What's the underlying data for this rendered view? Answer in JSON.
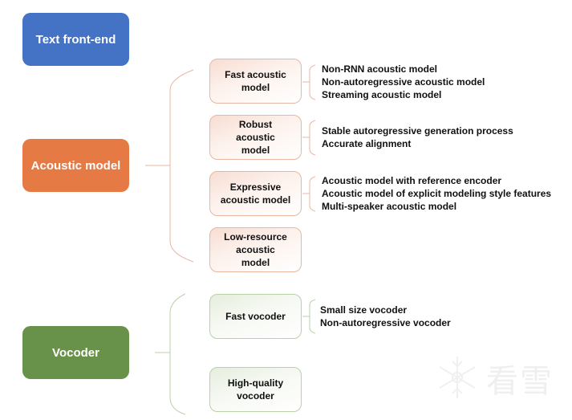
{
  "colors": {
    "text_frontend": "#4472c4",
    "acoustic": "#e67a45",
    "vocoder": "#68924a",
    "acoustic_line": "#e8b7a2",
    "vocoder_line": "#b9d1a8"
  },
  "main": {
    "text_frontend": "Text front-end",
    "acoustic_model": "Acoustic model",
    "vocoder": "Vocoder"
  },
  "acoustic_children": [
    {
      "label": "Fast acoustic model",
      "details": [
        "Non-RNN acoustic model",
        "Non-autoregressive acoustic model",
        "Streaming acoustic model"
      ]
    },
    {
      "label": "Robust acoustic model",
      "details": [
        "Stable autoregressive generation process",
        "Accurate alignment"
      ]
    },
    {
      "label": "Expressive acoustic model",
      "details": [
        "Acoustic model with reference encoder",
        "Acoustic model of explicit modeling style features",
        "Multi-speaker acoustic model"
      ]
    },
    {
      "label": "Low-resource acoustic model",
      "details": []
    }
  ],
  "vocoder_children": [
    {
      "label": "Fast vocoder",
      "details": [
        "Small size vocoder",
        "Non-autoregressive vocoder"
      ]
    },
    {
      "label": "High-quality vocoder",
      "details": []
    }
  ],
  "watermark": {
    "icon": "snowflake-icon",
    "text": "看雪"
  }
}
